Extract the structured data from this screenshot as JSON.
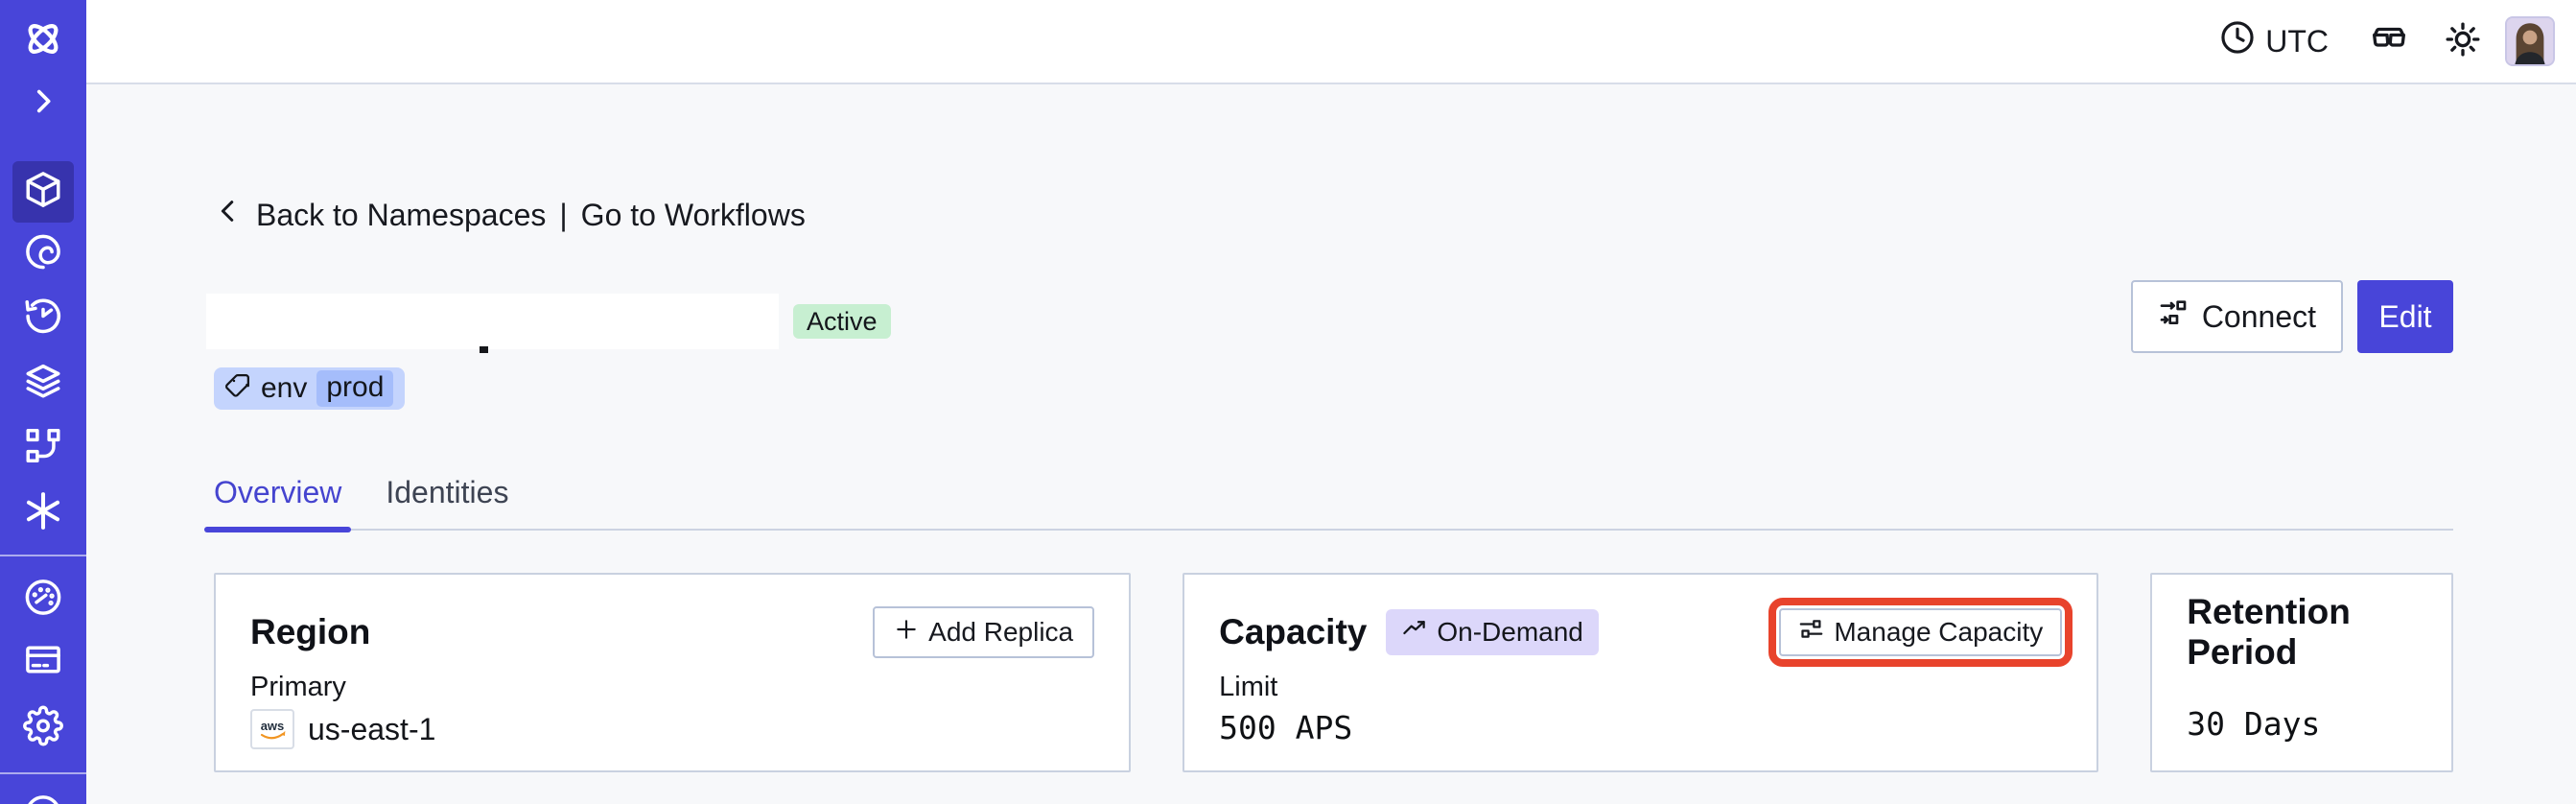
{
  "colors": {
    "accent": "#4845d9",
    "background": "#f7f8fa",
    "active_badge_bg": "#c7efd1",
    "on_demand_badge_bg": "#dcd7fa",
    "tag_bg": "#c4d4fd",
    "tag_value_bg": "#a5bdfb",
    "highlight_red": "#e8432c"
  },
  "topbar": {
    "timezone": "UTC",
    "icons": [
      "clock-icon",
      "glasses-icon",
      "sun-icon",
      "user-avatar"
    ]
  },
  "sidebar": {
    "items": [
      "temporal-logo-icon",
      "expand-chevron-icon",
      "namespaces-cube-icon (selected)",
      "workflows-spiral-icon",
      "schedules-clock-icon",
      "layers-icon",
      "deployments-branch-icon",
      "nexus-asterisk-icon",
      "usage-gauge-icon",
      "billing-card-icon",
      "settings-gear-icon",
      "help-circle-icon"
    ]
  },
  "breadcrumb": {
    "back_label": "Back to Namespaces",
    "separator": "|",
    "forward_label": "Go to Workflows"
  },
  "namespace": {
    "status": "Active",
    "tag": {
      "key": "env",
      "value": "prod"
    }
  },
  "actions": {
    "connect_label": "Connect",
    "edit_label": "Edit"
  },
  "tabs": [
    {
      "label": "Overview",
      "active": true
    },
    {
      "label": "Identities",
      "active": false
    }
  ],
  "cards": {
    "region": {
      "title": "Region",
      "add_replica_label": "Add Replica",
      "primary_label": "Primary",
      "provider": "aws",
      "region_value": "us-east-1"
    },
    "capacity": {
      "title": "Capacity",
      "mode_badge": "On-Demand",
      "manage_label": "Manage Capacity",
      "limit_label": "Limit",
      "limit_value": "500 APS",
      "highlighted": true
    },
    "retention": {
      "title": "Retention Period",
      "value": "30 Days"
    }
  }
}
